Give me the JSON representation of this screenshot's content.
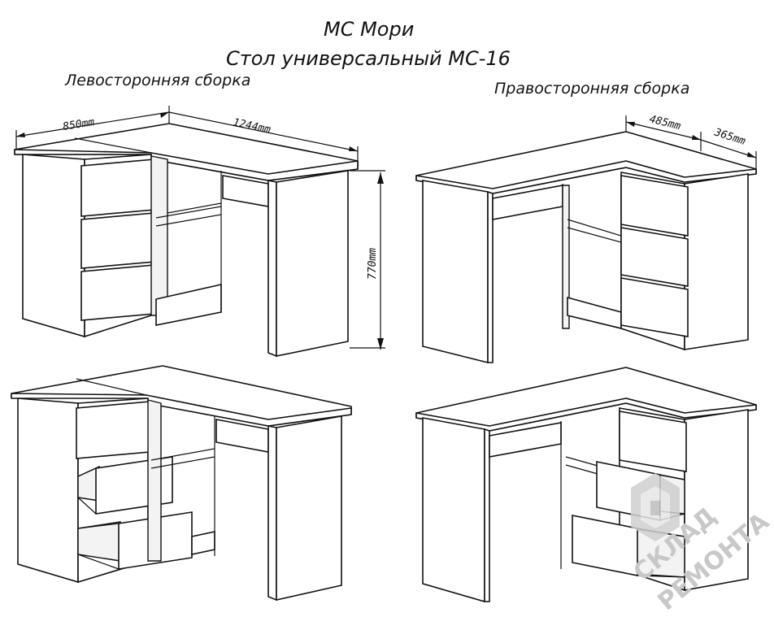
{
  "header": {
    "brand": "МС Мори",
    "product": "Стол универсальный МС-16"
  },
  "left_assembly": {
    "label": "Левосторонняя сборка",
    "dim_depth": "850mm",
    "dim_width": "1244mm",
    "dim_height": "770mm"
  },
  "right_assembly": {
    "label": "Правосторонняя сборка",
    "dim_width": "485mm",
    "dim_depth": "365mm"
  },
  "watermark": {
    "line1": "СКЛАД",
    "line2": "РЕМОНТА"
  }
}
